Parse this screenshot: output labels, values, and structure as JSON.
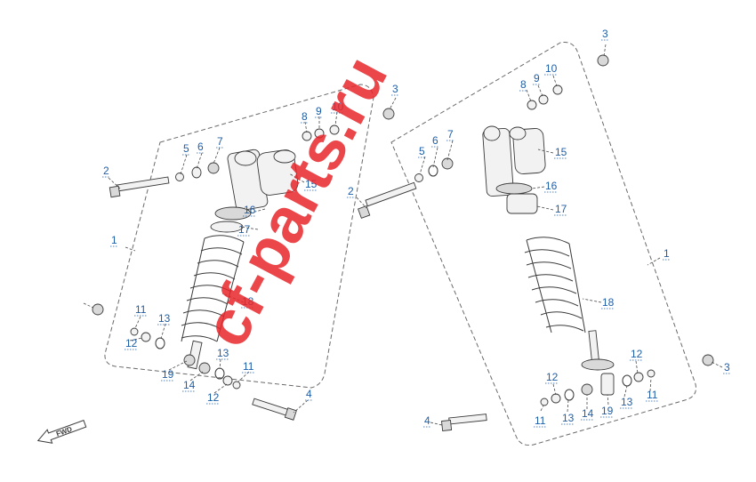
{
  "watermark_text": "cf-parts.ru",
  "top_watermark": "",
  "direction_label": "FWD",
  "left_assembly": {
    "callouts": [
      "1",
      "2",
      "3",
      "4",
      "5",
      "6",
      "7",
      "8",
      "9",
      "10",
      "11",
      "11",
      "12",
      "12",
      "13",
      "13",
      "14",
      "15",
      "16",
      "17",
      "18",
      "19"
    ]
  },
  "right_assembly": {
    "callouts": [
      "1",
      "2",
      "3",
      "3",
      "4",
      "5",
      "6",
      "7",
      "8",
      "9",
      "10",
      "11",
      "11",
      "12",
      "12",
      "13",
      "13",
      "14",
      "15",
      "16",
      "17",
      "18",
      "19"
    ]
  },
  "colors": {
    "callout": "#1f5fa8",
    "watermark": "#e8262a",
    "line": "#3a3a3a"
  },
  "icons": [
    "fwd-arrow-icon"
  ]
}
